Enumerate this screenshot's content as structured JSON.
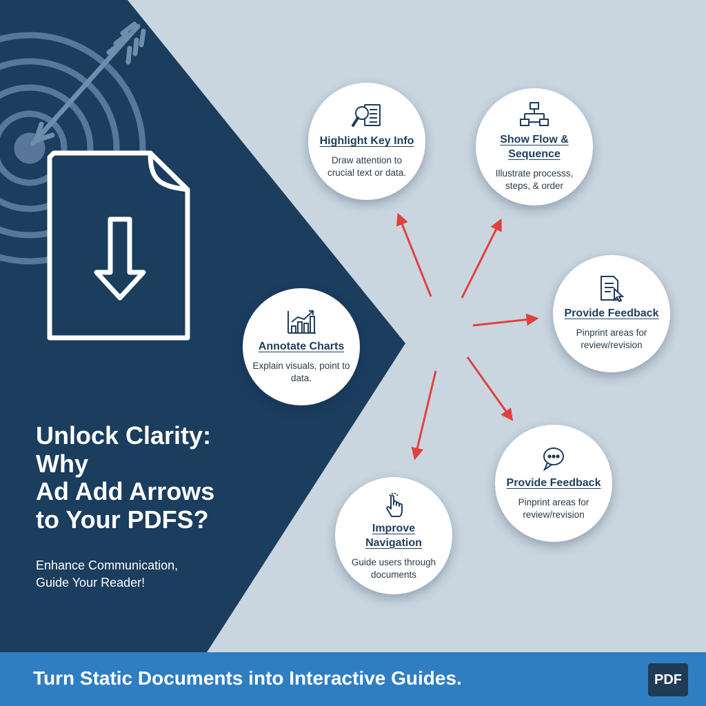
{
  "headline": {
    "lines": [
      "Unlock Clarity:",
      "Why",
      "Ad Add Arrows",
      "to Your PDFS?"
    ]
  },
  "subheadline": {
    "lines": [
      "Enhance Communication,",
      "Guide Your Reader!"
    ]
  },
  "cards": [
    {
      "title": "Highlight Key Info",
      "desc": "Draw attention to crucial text or data.",
      "icon": "magnifier-document-icon"
    },
    {
      "title": "Show Flow & Sequence",
      "desc": "Illustrate processs, steps, & order",
      "icon": "flowchart-icon"
    },
    {
      "title": "Provide Feedback",
      "desc": "Pinprint areas for review/revision",
      "icon": "document-cursor-icon"
    },
    {
      "title": "Annotate Charts",
      "desc": "Explain visuals, point to data.",
      "icon": "bar-chart-icon"
    },
    {
      "title": "Provide Feedback",
      "desc": "Pinprint areas for review/revision",
      "icon": "speech-bubble-icon"
    },
    {
      "title": "Improve Navigation",
      "desc": "Guide users through documents",
      "icon": "hand-pointer-icon"
    }
  ],
  "footer": {
    "text": "Turn Static Documents into Interactive Guides.",
    "badge": "PDF"
  },
  "colors": {
    "navy": "#1b3d5e",
    "background": "#c9d6e0",
    "arrow": "#e0413e",
    "footer": "#2f7ec2",
    "card_title": "#1f3d5c"
  }
}
